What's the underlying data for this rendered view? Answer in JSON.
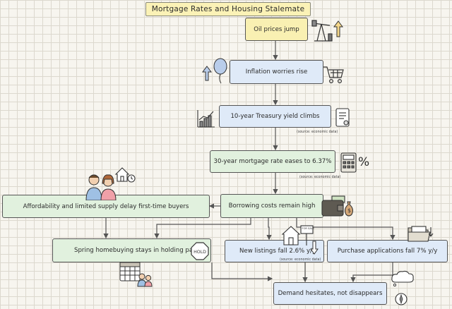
{
  "title": "Mortgage Rates and Housing Stalemate",
  "nodes": {
    "oil": "Oil prices jump",
    "inflation": "Inflation worries rise",
    "treasury": "10-year Treasury yield climbs",
    "mortgage": "30-year mortgage rate eases to 6.37%",
    "borrowing": "Borrowing costs remain high",
    "affordability": "Affordability and limited supply delay first-time buyers",
    "spring": "Spring homebuying stays in holding pattern",
    "listings": "New listings fall 2.6% y/y",
    "purchase": "Purchase applications fall 7% y/y",
    "demand": "Demand hesitates, not disappears"
  },
  "sources": {
    "treasury": "(source: economic data)",
    "mortgage": "(source: economic data)",
    "listings": "(source: economic data)"
  },
  "icon_labels": {
    "hold_sign": "HOLD",
    "for_sale_sign": "FOR SALE",
    "percent_sign": "%"
  },
  "colors": {
    "yellow": "#f9f0b2",
    "blue": "#dfeaf8",
    "green": "#e1f1de",
    "line": "#555555"
  },
  "icons": [
    "oil-pump-icon",
    "up-arrow-icon",
    "balloon-icon",
    "shopping-cart-icon",
    "bar-chart-icon",
    "document-icon",
    "calculator-icon",
    "percent-icon",
    "family-icon",
    "house-clock-icon",
    "wallet-money-icon",
    "house-for-sale-icon",
    "folder-icon",
    "hold-sign-icon",
    "calendar-icon",
    "thought-cloud-icon",
    "compass-icon"
  ]
}
